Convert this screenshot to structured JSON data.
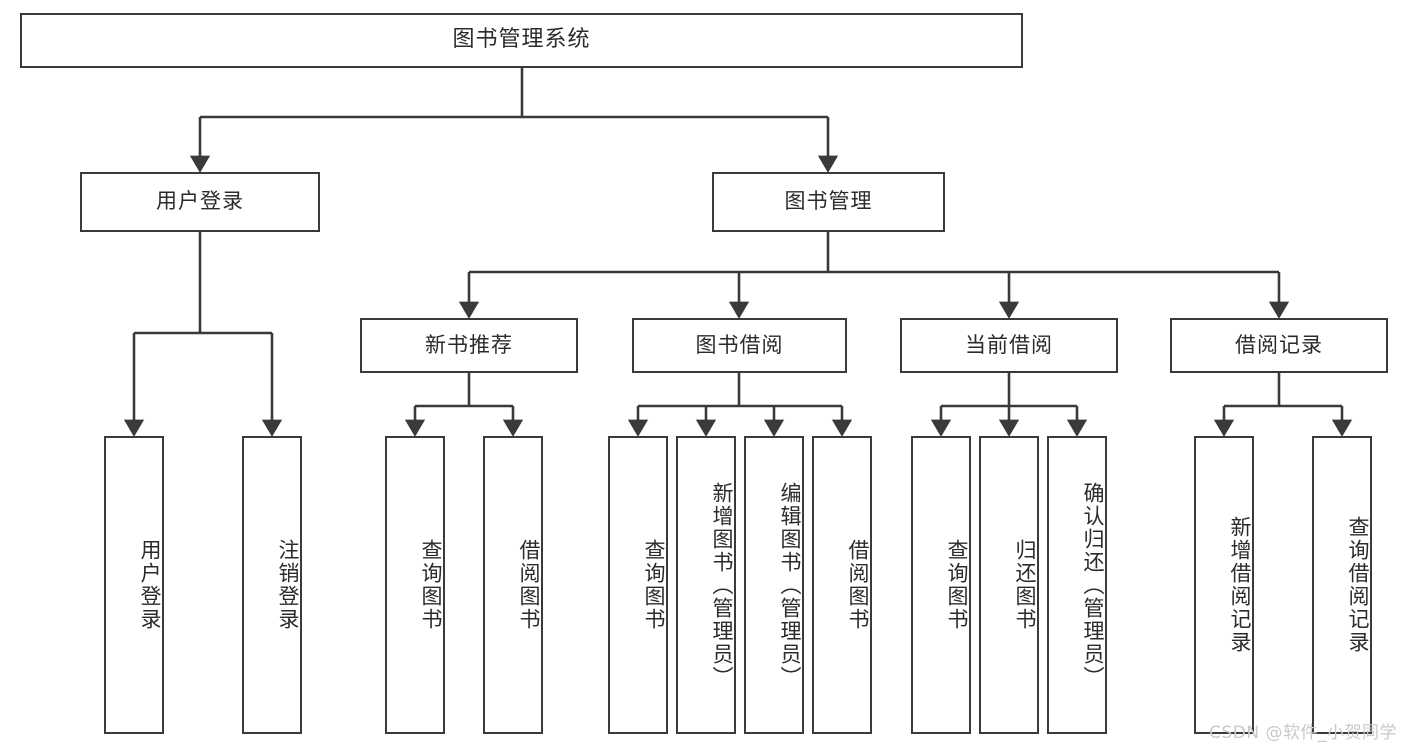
{
  "diagram": {
    "type": "tree-hierarchy-chart",
    "title": "图书管理系统",
    "watermark": "CSDN @软件_小贺同学",
    "colors": {
      "stroke": "#3a3a3a",
      "fill": "#ffffff",
      "text": "#2b2b2b",
      "watermark": "#c9c9c9"
    },
    "nodes": {
      "root": {
        "label": "图书管理系统"
      },
      "level1": [
        {
          "id": "user-login",
          "label": "用户登录"
        },
        {
          "id": "book-manage",
          "label": "图书管理"
        }
      ],
      "level2": [
        {
          "id": "new-book-recommend",
          "label": "新书推荐"
        },
        {
          "id": "book-borrow",
          "label": "图书借阅"
        },
        {
          "id": "current-borrow",
          "label": "当前借阅"
        },
        {
          "id": "borrow-record",
          "label": "借阅记录"
        }
      ],
      "leaves": {
        "user-login": [
          {
            "id": "leaf-user-login",
            "label": "用户登录"
          },
          {
            "id": "leaf-user-logout",
            "label": "注销登录"
          }
        ],
        "new-book-recommend": [
          {
            "id": "leaf-query-book-1",
            "label": "查询图书"
          },
          {
            "id": "leaf-borrow-book-1",
            "label": "借阅图书"
          }
        ],
        "book-borrow": [
          {
            "id": "leaf-query-book-2",
            "label": "查询图书"
          },
          {
            "id": "leaf-add-book",
            "label": "新增图书（管理员）"
          },
          {
            "id": "leaf-edit-book",
            "label": "编辑图书（管理员）"
          },
          {
            "id": "leaf-borrow-book-2",
            "label": "借阅图书"
          }
        ],
        "current-borrow": [
          {
            "id": "leaf-query-book-3",
            "label": "查询图书"
          },
          {
            "id": "leaf-return-book",
            "label": "归还图书"
          },
          {
            "id": "leaf-confirm-return",
            "label": "确认归还（管理员）"
          }
        ],
        "borrow-record": [
          {
            "id": "leaf-add-record",
            "label": "新增借阅记录"
          },
          {
            "id": "leaf-query-record",
            "label": "查询借阅记录"
          }
        ]
      }
    }
  }
}
